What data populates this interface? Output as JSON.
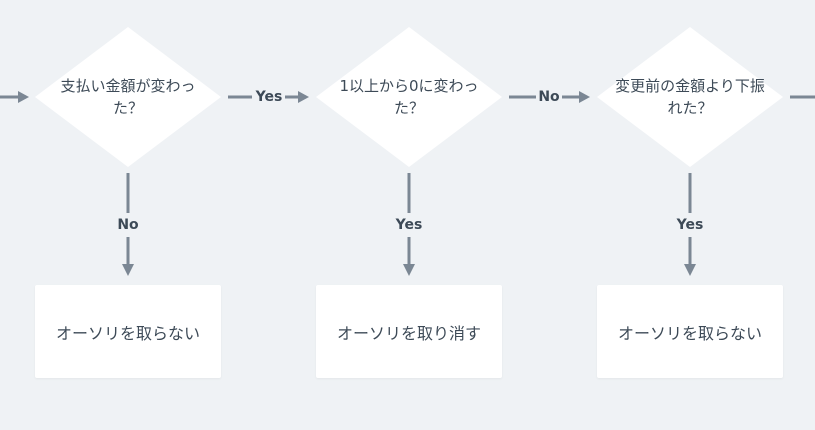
{
  "decisions": [
    {
      "text": "支払い金額が変わった？"
    },
    {
      "text": "1以上から0に変わった？"
    },
    {
      "text": "変更前の金額より下振れた？"
    }
  ],
  "edges": {
    "d1_to_d2": "Yes",
    "d2_to_d3": "No",
    "d1_down": "No",
    "d2_down": "Yes",
    "d3_down": "Yes"
  },
  "outcomes": [
    {
      "text": "オーソリを取らない"
    },
    {
      "text": "オーソリを取り消す"
    },
    {
      "text": "オーソリを取らない"
    }
  ],
  "colors": {
    "background": "#eff2f5",
    "node_fill": "#ffffff",
    "connector": "#7b8794",
    "text": "#3d4a57"
  }
}
